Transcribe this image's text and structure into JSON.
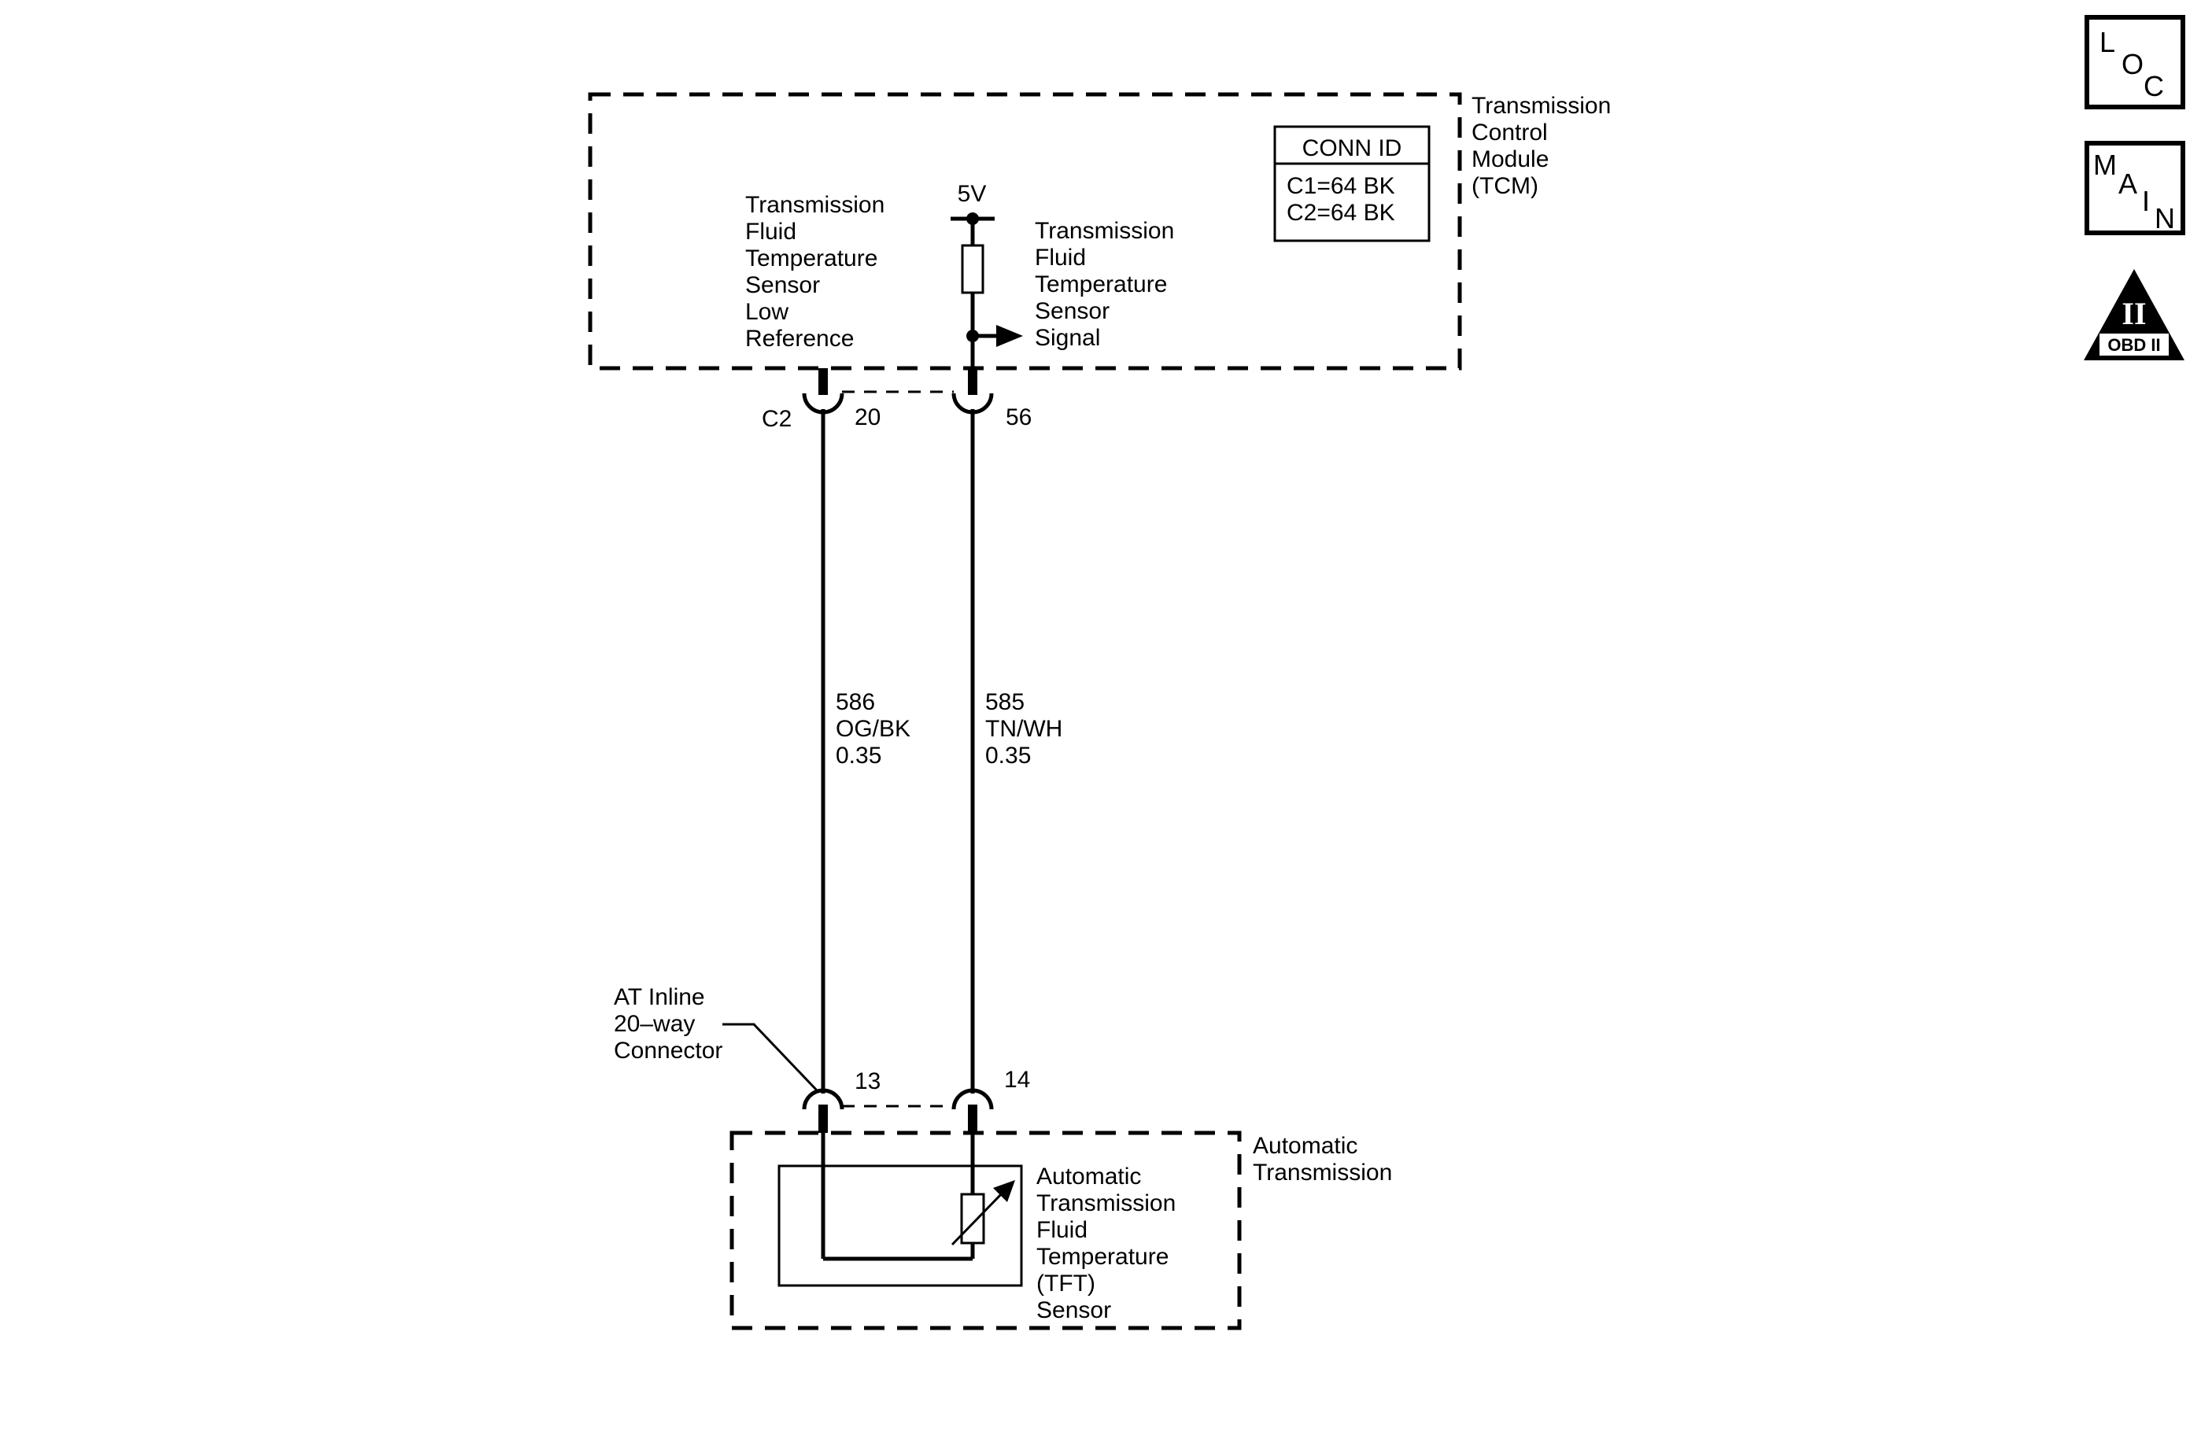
{
  "tcm": {
    "module_label": [
      "Transmission",
      "Control",
      "Module",
      "(TCM)"
    ],
    "low_ref_label": [
      "Transmission",
      "Fluid",
      "Temperature",
      "Sensor",
      "Low",
      "Reference"
    ],
    "signal_label": [
      "Transmission",
      "Fluid",
      "Temperature",
      "Sensor",
      "Signal"
    ],
    "supply_voltage": "5V"
  },
  "conn_id": {
    "title": "CONN ID",
    "rows": [
      "C1=64 BK",
      "C2=64 BK"
    ]
  },
  "tcm_connector": {
    "name": "C2",
    "pin_low": "20",
    "pin_signal": "56"
  },
  "wires": {
    "low_ref": [
      "586",
      "OG/BK",
      "0.35"
    ],
    "signal": [
      "585",
      "TN/WH",
      "0.35"
    ]
  },
  "inline_connector": {
    "label": [
      "AT Inline",
      "20–way",
      "Connector"
    ],
    "pin_low": "13",
    "pin_signal": "14"
  },
  "transmission": {
    "label": [
      "Automatic",
      "Transmission"
    ],
    "sensor_label": [
      "Automatic",
      "Transmission",
      "Fluid",
      "Temperature",
      "(TFT)",
      "Sensor"
    ]
  },
  "badges": {
    "loc": [
      "L",
      "O",
      "C"
    ],
    "main": [
      "M",
      "A",
      "I",
      "N"
    ],
    "obd_numeral": "II",
    "obd_text": "OBD II"
  }
}
